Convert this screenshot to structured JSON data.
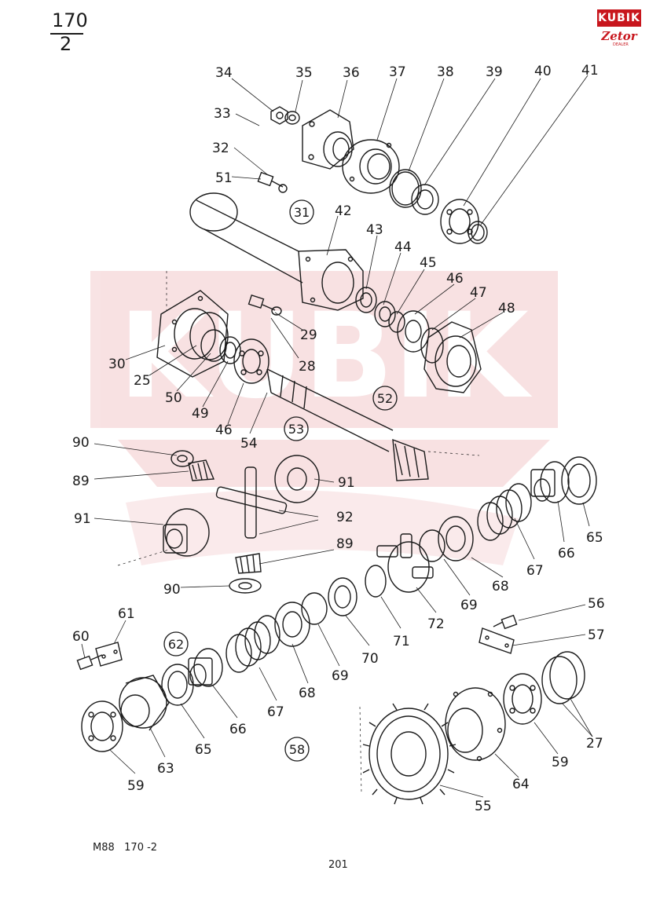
{
  "header": {
    "sheet_numerator": "170",
    "sheet_denominator": "2"
  },
  "logo": {
    "top_text": "KUBIK",
    "bottom_text": "Zetor",
    "sub_text": "DEALER"
  },
  "watermark": {
    "text": "KUBIK"
  },
  "callouts": [
    {
      "label": "34"
    },
    {
      "label": "35"
    },
    {
      "label": "36"
    },
    {
      "label": "37"
    },
    {
      "label": "38"
    },
    {
      "label": "39"
    },
    {
      "label": "40"
    },
    {
      "label": "41"
    },
    {
      "label": "33"
    },
    {
      "label": "32"
    },
    {
      "label": "51"
    },
    {
      "label": "42"
    },
    {
      "label": "43"
    },
    {
      "label": "44"
    },
    {
      "label": "45"
    },
    {
      "label": "46"
    },
    {
      "label": "47"
    },
    {
      "label": "48"
    },
    {
      "label": "29"
    },
    {
      "label": "28"
    },
    {
      "label": "30"
    },
    {
      "label": "25"
    },
    {
      "label": "50"
    },
    {
      "label": "49"
    },
    {
      "label": "46"
    },
    {
      "label": "54"
    },
    {
      "label": "90"
    },
    {
      "label": "89"
    },
    {
      "label": "91"
    },
    {
      "label": "91"
    },
    {
      "label": "92"
    },
    {
      "label": "89"
    },
    {
      "label": "90"
    },
    {
      "label": "65"
    },
    {
      "label": "66"
    },
    {
      "label": "67"
    },
    {
      "label": "68"
    },
    {
      "label": "69"
    },
    {
      "label": "72"
    },
    {
      "label": "71"
    },
    {
      "label": "70"
    },
    {
      "label": "69"
    },
    {
      "label": "68"
    },
    {
      "label": "67"
    },
    {
      "label": "66"
    },
    {
      "label": "65"
    },
    {
      "label": "63"
    },
    {
      "label": "59"
    },
    {
      "label": "60"
    },
    {
      "label": "61"
    },
    {
      "label": "56"
    },
    {
      "label": "57"
    },
    {
      "label": "27"
    },
    {
      "label": "59"
    },
    {
      "label": "64"
    },
    {
      "label": "55"
    }
  ],
  "circled_groups": [
    {
      "label": "31"
    },
    {
      "label": "52"
    },
    {
      "label": "53"
    },
    {
      "label": "62"
    },
    {
      "label": "58"
    }
  ],
  "footer": {
    "model_ref": "M88   170 -2",
    "page_number": "201"
  }
}
